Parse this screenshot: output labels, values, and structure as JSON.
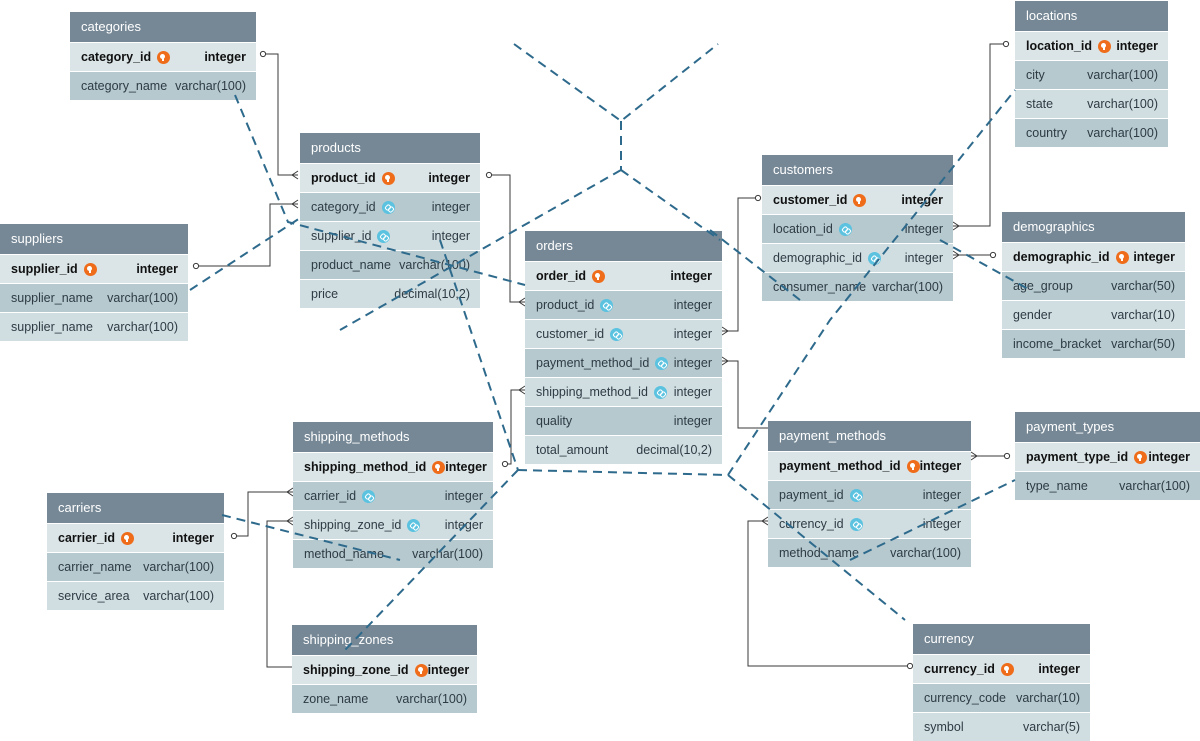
{
  "colors": {
    "header": "#768896",
    "key": "#ef6c1a",
    "link": "#5bc2e0",
    "dashed": "#2e6a8c"
  },
  "tables": {
    "categories": {
      "name": "categories",
      "cols": [
        {
          "n": "category_id",
          "t": "integer",
          "pk": true
        },
        {
          "n": "category_name",
          "t": "varchar(100)"
        }
      ]
    },
    "products": {
      "name": "products",
      "cols": [
        {
          "n": "product_id",
          "t": "integer",
          "pk": true
        },
        {
          "n": "category_id",
          "t": "integer",
          "fk": true
        },
        {
          "n": "supplier_id",
          "t": "integer",
          "fk": true
        },
        {
          "n": "product_name",
          "t": "varchar(100)"
        },
        {
          "n": "price",
          "t": "decimal(10,2)"
        }
      ]
    },
    "suppliers": {
      "name": "suppliers",
      "cols": [
        {
          "n": "supplier_id",
          "t": "integer",
          "pk": true
        },
        {
          "n": "supplier_name",
          "t": "varchar(100)"
        },
        {
          "n": "supplier_name",
          "t": "varchar(100)"
        }
      ]
    },
    "orders": {
      "name": "orders",
      "cols": [
        {
          "n": "order_id",
          "t": "integer",
          "pk": true
        },
        {
          "n": "product_id",
          "t": "integer",
          "fk": true
        },
        {
          "n": "customer_id",
          "t": "integer",
          "fk": true
        },
        {
          "n": "payment_method_id",
          "t": "integer",
          "fk": true
        },
        {
          "n": "shipping_method_id",
          "t": "integer",
          "fk": true
        },
        {
          "n": "quality",
          "t": "integer"
        },
        {
          "n": "total_amount",
          "t": "decimal(10,2)"
        }
      ]
    },
    "customers": {
      "name": "customers",
      "cols": [
        {
          "n": "customer_id",
          "t": "integer",
          "pk": true
        },
        {
          "n": "location_id",
          "t": "integer",
          "fk": true
        },
        {
          "n": "demographic_id",
          "t": "integer",
          "fk": true
        },
        {
          "n": "consumer_name",
          "t": "varchar(100)"
        }
      ]
    },
    "locations": {
      "name": "locations",
      "cols": [
        {
          "n": "location_id",
          "t": "integer",
          "pk": true
        },
        {
          "n": "city",
          "t": "varchar(100)"
        },
        {
          "n": "state",
          "t": "varchar(100)"
        },
        {
          "n": "country",
          "t": "varchar(100)"
        }
      ]
    },
    "demographics": {
      "name": "demographics",
      "cols": [
        {
          "n": "demographic_id",
          "t": "integer",
          "pk": true
        },
        {
          "n": "age_group",
          "t": "varchar(50)"
        },
        {
          "n": "gender",
          "t": "varchar(10)"
        },
        {
          "n": "income_bracket",
          "t": "varchar(50)"
        }
      ]
    },
    "shipping_methods": {
      "name": "shipping_methods",
      "cols": [
        {
          "n": "shipping_method_id",
          "t": "integer",
          "pk": true
        },
        {
          "n": "carrier_id",
          "t": "integer",
          "fk": true
        },
        {
          "n": "shipping_zone_id",
          "t": "integer",
          "fk": true
        },
        {
          "n": "method_name",
          "t": "varchar(100)"
        }
      ]
    },
    "carriers": {
      "name": "carriers",
      "cols": [
        {
          "n": "carrier_id",
          "t": "integer",
          "pk": true
        },
        {
          "n": "carrier_name",
          "t": "varchar(100)"
        },
        {
          "n": "service_area",
          "t": "varchar(100)"
        }
      ]
    },
    "shipping_zones": {
      "name": "shipping_zones",
      "cols": [
        {
          "n": "shipping_zone_id",
          "t": "integer",
          "pk": true
        },
        {
          "n": "zone_name",
          "t": "varchar(100)"
        }
      ]
    },
    "payment_methods": {
      "name": "payment_methods",
      "cols": [
        {
          "n": "payment_method_id",
          "t": "integer",
          "pk": true
        },
        {
          "n": "payment_id",
          "t": "integer",
          "fk": true
        },
        {
          "n": "currency_id",
          "t": "integer",
          "fk": true
        },
        {
          "n": "method_name",
          "t": "varchar(100)"
        }
      ]
    },
    "payment_types": {
      "name": "payment_types",
      "cols": [
        {
          "n": "payment_type_id",
          "t": "integer",
          "pk": true
        },
        {
          "n": "type_name",
          "t": "varchar(100)"
        }
      ]
    },
    "currency": {
      "name": "currency",
      "cols": [
        {
          "n": "currency_id",
          "t": "integer",
          "pk": true
        },
        {
          "n": "currency_code",
          "t": "varchar(10)"
        },
        {
          "n": "symbol",
          "t": "varchar(5)"
        }
      ]
    }
  }
}
